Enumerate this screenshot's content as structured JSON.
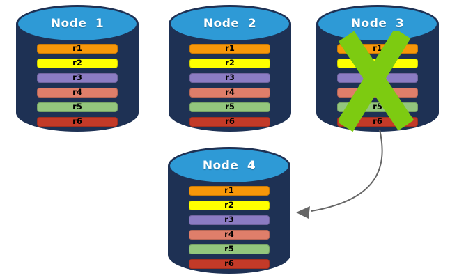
{
  "colors": {
    "cylinder_body": "#1E3154",
    "cylinder_top": "#2E9AD6",
    "node_title_text": "#FFFFFF",
    "record_text": "#000000",
    "failure_cross": "#7DCB11",
    "arrow": "#666666",
    "background": "#FFFFFF"
  },
  "nodes": [
    {
      "name": "Node 1",
      "failed": false,
      "records": [
        {
          "label": "r1",
          "color": "#F79709"
        },
        {
          "label": "r2",
          "color": "#FFFF00"
        },
        {
          "label": "r3",
          "color": "#8B7CC3"
        },
        {
          "label": "r4",
          "color": "#DF7E6A"
        },
        {
          "label": "r5",
          "color": "#93C67D"
        },
        {
          "label": "r6",
          "color": "#C33A28"
        }
      ]
    },
    {
      "name": "Node 2",
      "failed": false,
      "records": [
        {
          "label": "r1",
          "color": "#F79709"
        },
        {
          "label": "r2",
          "color": "#FFFF00"
        },
        {
          "label": "r3",
          "color": "#8B7CC3"
        },
        {
          "label": "r4",
          "color": "#DF7E6A"
        },
        {
          "label": "r5",
          "color": "#93C67D"
        },
        {
          "label": "r6",
          "color": "#C33A28"
        }
      ]
    },
    {
      "name": "Node 3",
      "failed": true,
      "records": [
        {
          "label": "r1",
          "color": "#F79709"
        },
        {
          "label": "r2",
          "color": "#FFFF00"
        },
        {
          "label": "r3",
          "color": "#8B7CC3"
        },
        {
          "label": "r4",
          "color": "#DF7E6A"
        },
        {
          "label": "r5",
          "color": "#93C67D"
        },
        {
          "label": "r6",
          "color": "#C33A28"
        }
      ]
    },
    {
      "name": "Node 4",
      "failed": false,
      "records": [
        {
          "label": "r1",
          "color": "#F79709"
        },
        {
          "label": "r2",
          "color": "#FFFF00"
        },
        {
          "label": "r3",
          "color": "#8B7CC3"
        },
        {
          "label": "r4",
          "color": "#DF7E6A"
        },
        {
          "label": "r5",
          "color": "#93C67D"
        },
        {
          "label": "r6",
          "color": "#C33A28"
        }
      ]
    }
  ],
  "arrow": {
    "from": "Node 3",
    "to": "Node 4"
  }
}
